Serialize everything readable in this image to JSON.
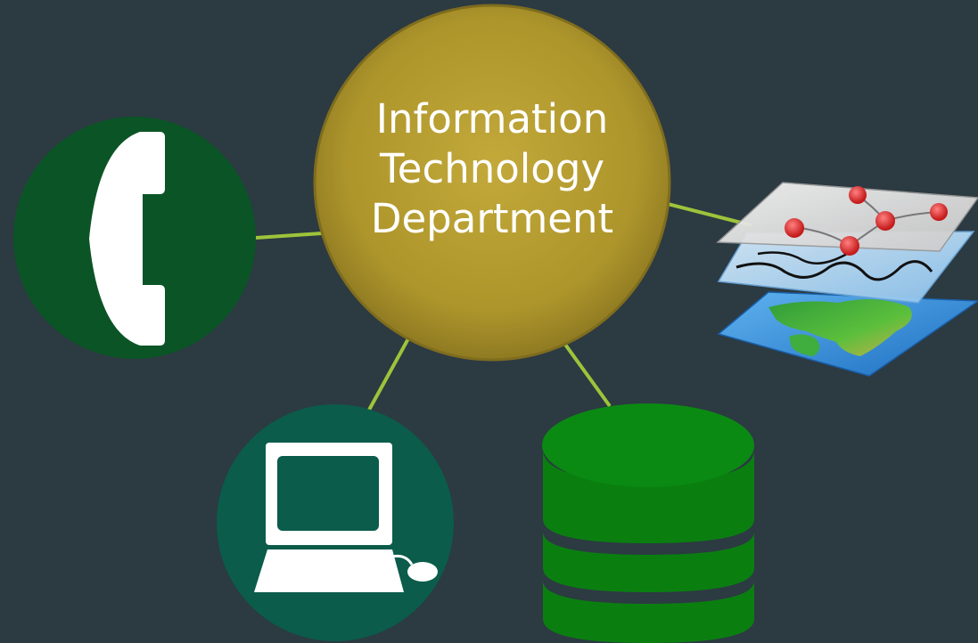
{
  "center": {
    "lines": [
      "Information",
      "Technology",
      "Department"
    ]
  },
  "nodes": [
    {
      "name": "phone",
      "icon": "telephone-icon"
    },
    {
      "name": "gis",
      "icon": "map-layers-icon"
    },
    {
      "name": "computer",
      "icon": "computer-icon"
    },
    {
      "name": "database",
      "icon": "database-icon"
    }
  ],
  "colors": {
    "background": "#2c3a42",
    "center_fill": "#b39a2b",
    "connector": "#9dc43a",
    "phone_circle": "#0b5426",
    "computer_circle": "#0b5c4a",
    "database_fill": "#0a7f10"
  }
}
